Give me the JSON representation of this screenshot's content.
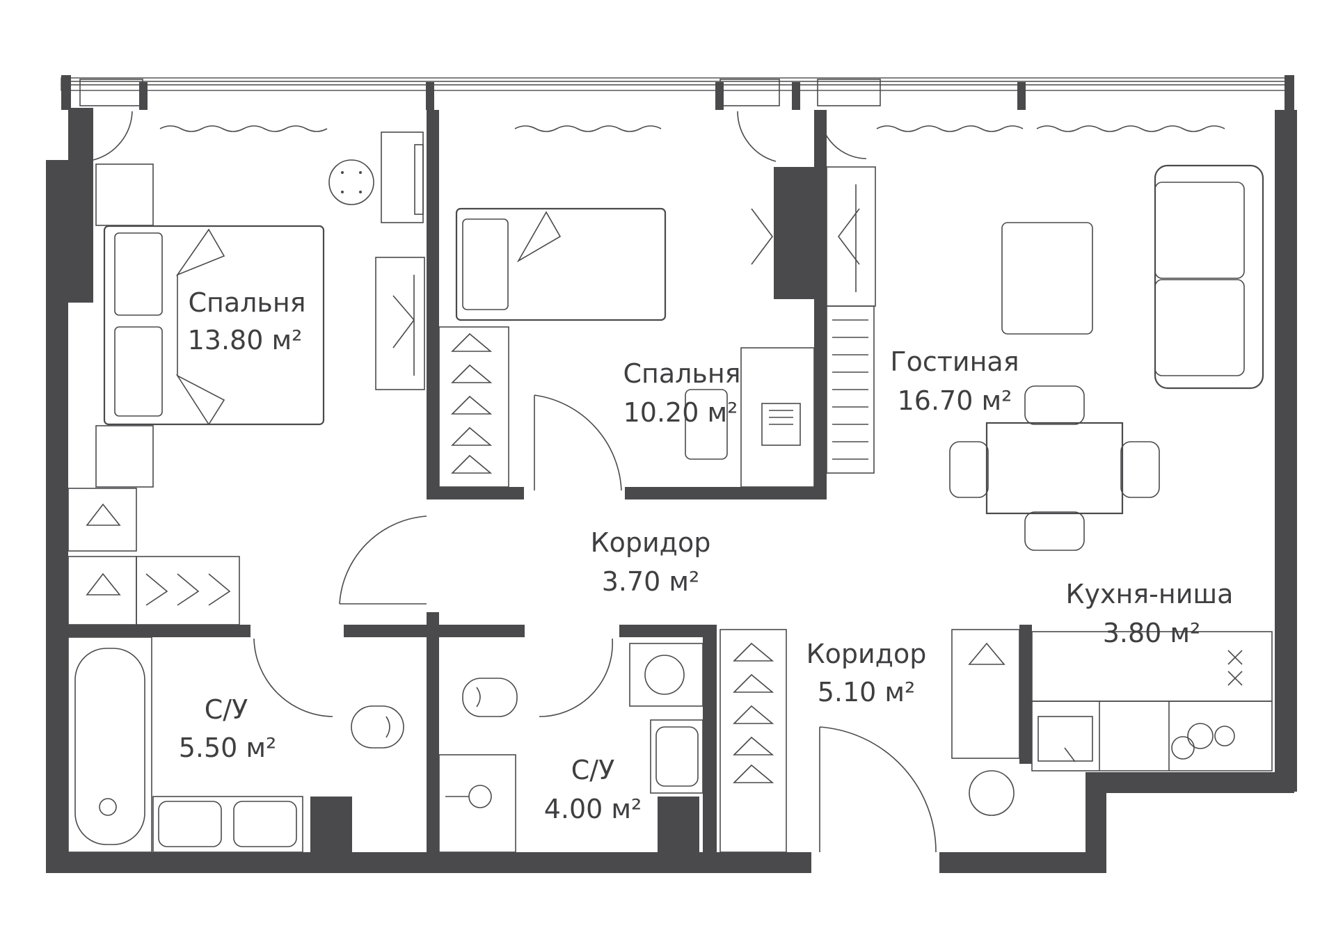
{
  "plan": {
    "colors": {
      "wall": "#4a4a4c",
      "background": "#ffffff",
      "text": "#3f3f41"
    },
    "rooms": [
      {
        "id": "bedroom-1",
        "name": "Спальня",
        "area": "13.80 м²"
      },
      {
        "id": "bedroom-2",
        "name": "Спальня",
        "area": "10.20 м²"
      },
      {
        "id": "living-room",
        "name": "Гостиная",
        "area": "16.70 м²"
      },
      {
        "id": "corridor-1",
        "name": "Коридор",
        "area": "3.70 м²"
      },
      {
        "id": "kitchen-niche",
        "name": "Кухня-ниша",
        "area": "3.80 м²"
      },
      {
        "id": "corridor-2",
        "name": "Коридор",
        "area": "5.10 м²"
      },
      {
        "id": "bathroom-1",
        "name": "С/У",
        "area": "5.50 м²"
      },
      {
        "id": "bathroom-2",
        "name": "С/У",
        "area": "4.00 м²"
      }
    ],
    "icons": [
      "bed-icon",
      "single-bed-icon",
      "sofa-icon",
      "dining-table-icon",
      "wardrobe-icon",
      "bathtub-icon",
      "toilet-icon",
      "sink-icon",
      "shower-icon",
      "washing-machine-icon",
      "stove-icon",
      "desk-icon",
      "door-icon",
      "window-icon",
      "radiator-icon"
    ]
  }
}
